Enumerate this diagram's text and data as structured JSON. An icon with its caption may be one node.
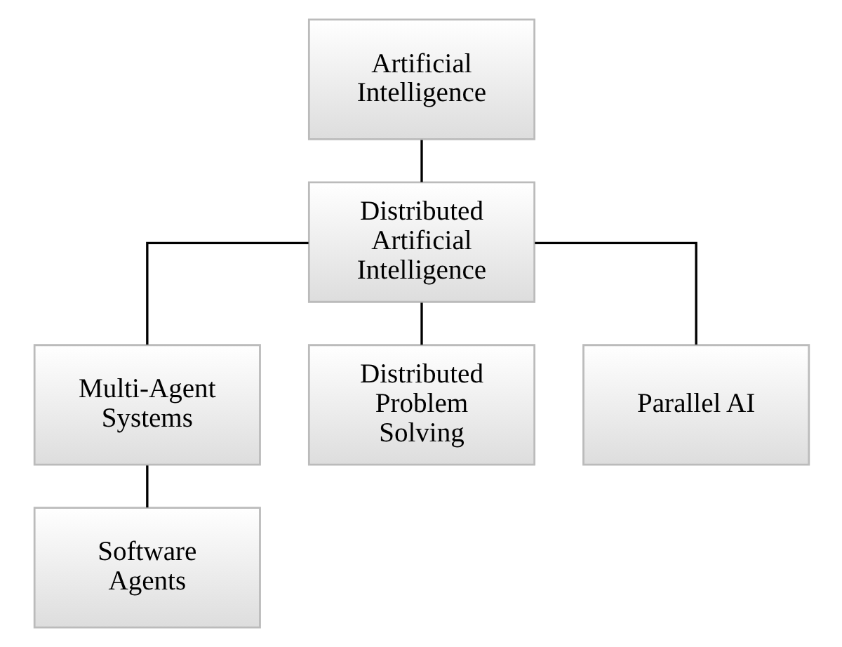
{
  "diagram": {
    "nodes": [
      {
        "text": [
          "Artificial Intelligence"
        ]
      },
      {
        "text": [
          "Distributed Artificial Intelligence"
        ]
      },
      {
        "text": [
          "Multi-Agent Systems"
        ]
      },
      {
        "text": [
          "Distributed Problem Solving"
        ]
      },
      {
        "text": [
          "Parallel AI"
        ]
      },
      {
        "text": [
          "Software Agents"
        ]
      }
    ],
    "edges": [
      {
        "from": 0,
        "to": 1,
        "arrow": "none"
      },
      {
        "from": 1,
        "to": 2,
        "arrow": "none"
      },
      {
        "from": 1,
        "to": 3,
        "arrow": "none"
      },
      {
        "from": 1,
        "to": 4,
        "arrow": "none"
      },
      {
        "from": 2,
        "to": 5,
        "arrow": "none"
      }
    ]
  }
}
